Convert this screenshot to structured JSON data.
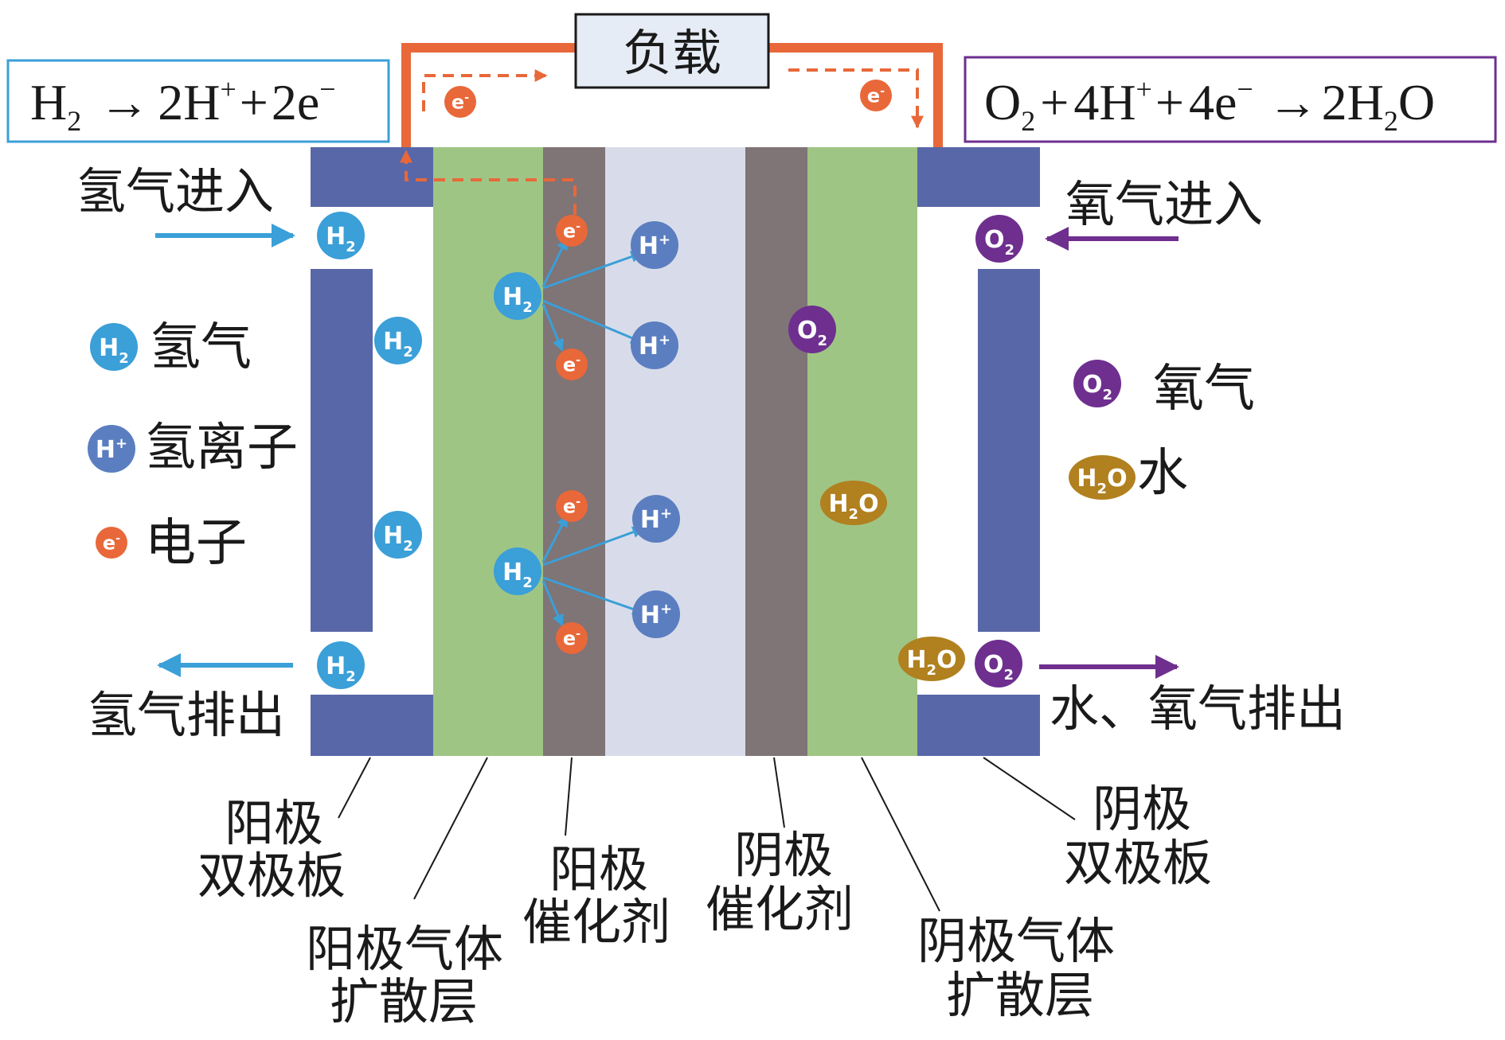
{
  "load": "负载",
  "equations": {
    "anode_reactant": "H",
    "anode_reactant_sub": "2",
    "anode_arrow": "→",
    "anode_product_1": "2H",
    "anode_product_1_sup": "+",
    "anode_plus": "+",
    "anode_product_2": "2e",
    "anode_product_2_sup": "−",
    "cathode_r1": "O",
    "cathode_r1_sub": "2",
    "cathode_plus1": "+",
    "cathode_r2": "4H",
    "cathode_r2_sup": "+",
    "cathode_plus2": "+",
    "cathode_r3": "4e",
    "cathode_r3_sup": "−",
    "cathode_arrow": "→",
    "cathode_product": "2H",
    "cathode_product_sub": "2",
    "cathode_product_tail": "O"
  },
  "flows": {
    "h2_in": "氢气进入",
    "o2_in": "氧气进入",
    "h2_out": "氢气排出",
    "water_o2_out": "水、氧气排出"
  },
  "legend_left": [
    {
      "symbol": "H",
      "sub": "2",
      "label": "氢气"
    },
    {
      "symbol": "H",
      "sup": "+",
      "label": "氢离子"
    },
    {
      "symbol": "e",
      "sup": "-",
      "label": "电子"
    }
  ],
  "legend_right": [
    {
      "symbol": "O",
      "sub": "2",
      "label": "氧气"
    },
    {
      "symbol": "H",
      "sub": "2",
      "tail": "O",
      "label": "水"
    }
  ],
  "components": {
    "anode_bipolar_1": "阳极",
    "anode_bipolar_2": "双极板",
    "anode_gdl_1": "阳极气体",
    "anode_gdl_2": "扩散层",
    "anode_cat_1": "阳极",
    "anode_cat_2": "催化剂",
    "cathode_cat_1": "阴极",
    "cathode_cat_2": "催化剂",
    "cathode_gdl_1": "阴极气体",
    "cathode_gdl_2": "扩散层",
    "cathode_bipolar_1": "阴极",
    "cathode_bipolar_2": "双极板"
  },
  "particles": {
    "h2": {
      "symbol": "H",
      "sub": "2"
    },
    "hplus": {
      "symbol": "H",
      "sup": "+"
    },
    "electron": {
      "symbol": "e",
      "sup": "-"
    },
    "o2": {
      "symbol": "O",
      "sub": "2"
    },
    "water": {
      "symbol": "H",
      "sub": "2",
      "tail": "O"
    }
  },
  "colors": {
    "plate": "#5867a7",
    "gdl": "#9fc585",
    "catalyst": "#7f7476",
    "membrane": "#d8dcea",
    "h2": "#3b9fd8",
    "hplus": "#5b7ec0",
    "electron": "#e8683a",
    "o2": "#6e2f8f",
    "water": "#b1801f",
    "circuit": "#e8683a",
    "anode_box": "#3b9fd8",
    "cathode_box": "#6e2f8f"
  }
}
